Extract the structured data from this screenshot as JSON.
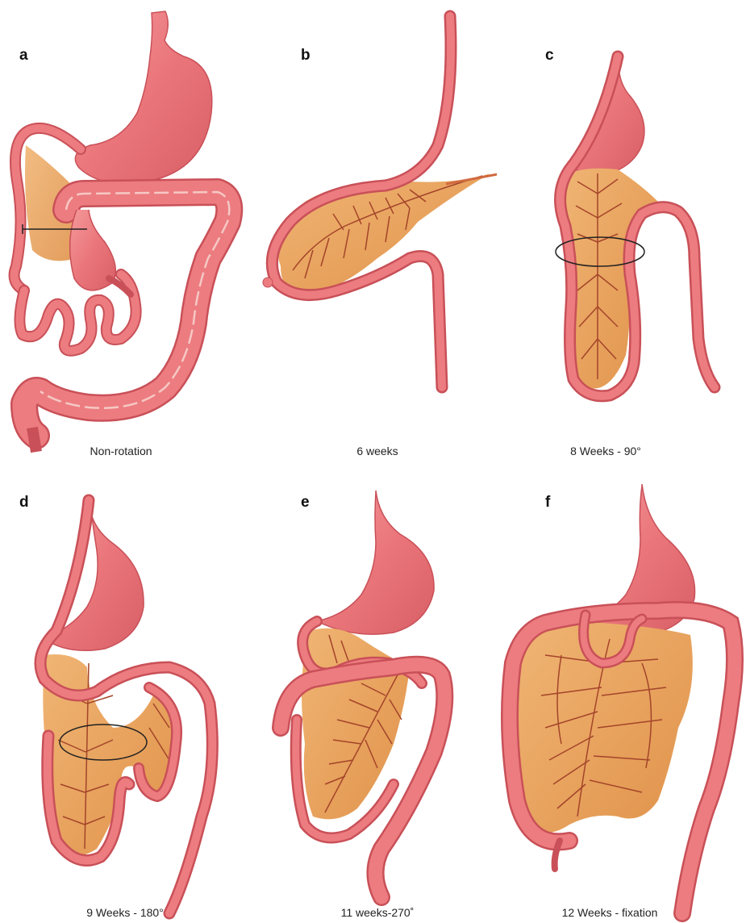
{
  "panels": [
    {
      "letter": "a",
      "caption": "Non-rotation"
    },
    {
      "letter": "b",
      "caption": "6 weeks"
    },
    {
      "letter": "c",
      "caption": "8 Weeks - 90°"
    },
    {
      "letter": "d",
      "caption": "9 Weeks - 180°"
    },
    {
      "letter": "e",
      "caption": "11 weeks-270˚"
    },
    {
      "letter": "f",
      "caption": "12 Weeks - fixation"
    }
  ],
  "colors": {
    "gut": "#ec7c80",
    "gut_outline": "#c95058",
    "mesentery": "#e9a259",
    "vessel": "#a4442a",
    "highlight": "#f6c8c4"
  }
}
